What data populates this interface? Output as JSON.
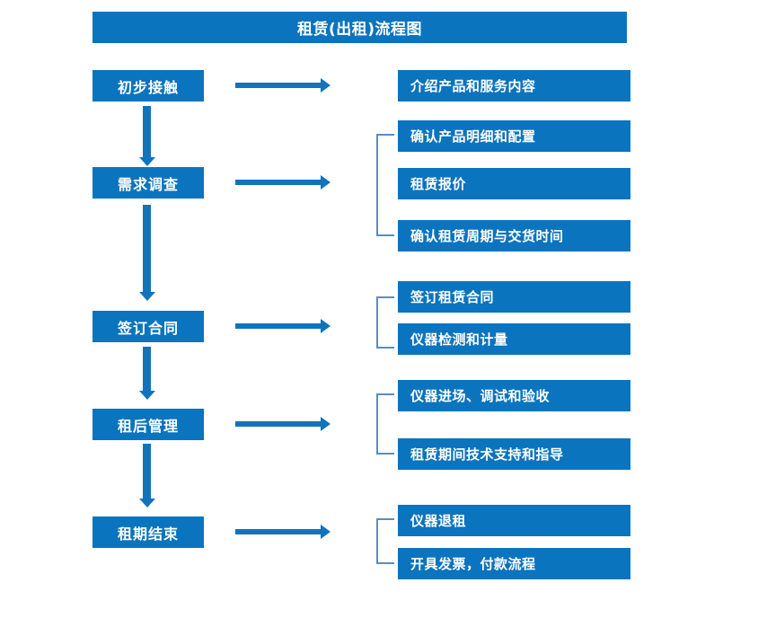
{
  "title": "租赁(出租)流程图",
  "colors": {
    "box_fill": "#0B74BE",
    "box_text": "#FFFFFF",
    "arrow": "#1173BC",
    "bracket": "#5B8CC4",
    "background": "#FFFFFF"
  },
  "stages": [
    {
      "label": "初步接触"
    },
    {
      "label": "需求调查"
    },
    {
      "label": "签订合同"
    },
    {
      "label": "租后管理"
    },
    {
      "label": "租期结束"
    }
  ],
  "details": [
    {
      "label": "介绍产品和服务内容"
    },
    {
      "label": "确认产品明细和配置"
    },
    {
      "label": "租赁报价"
    },
    {
      "label": "确认租赁周期与交货时间"
    },
    {
      "label": "签订租赁合同"
    },
    {
      "label": "仪器检测和计量"
    },
    {
      "label": "仪器进场、调试和验收"
    },
    {
      "label": "租赁期间技术支持和指导"
    },
    {
      "label": "仪器退租"
    },
    {
      "label": "开具发票，付款流程"
    }
  ],
  "icons": {
    "down_arrow": "down-arrow-icon",
    "right_arrow": "right-arrow-icon",
    "group_bracket": "group-bracket-icon"
  }
}
